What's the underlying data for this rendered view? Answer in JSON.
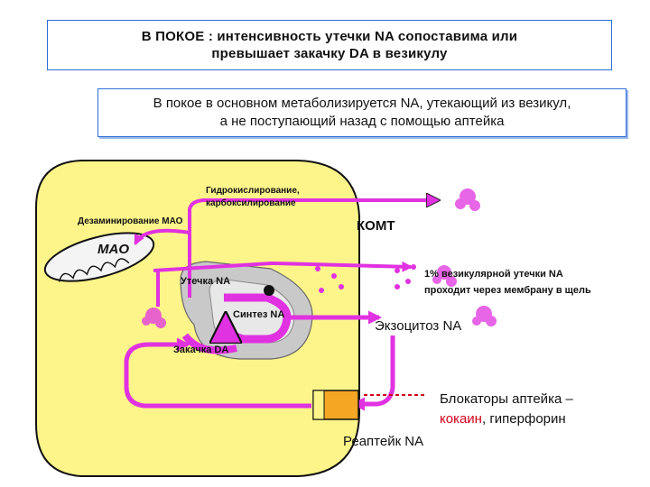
{
  "title": {
    "line1": "В ПОКОЕ : интенсивность утечки  NA сопоставима или",
    "line2": "превышает  закачку  DA в везикулу"
  },
  "subtitle": {
    "line1": "В покое в основном метаболизируется NA,  утекающий из везикул,",
    "line2": "а не поступающий назад с помощью аптейка"
  },
  "labels": {
    "hydroxylation_1": "Гидрокислирование,",
    "hydroxylation_2": "карбоксилирование",
    "deamination": "Дезаминирование МАО",
    "mao": "MAO",
    "komt": "КОМТ",
    "leak_1pct_1": "1% везикулярной утечки NA",
    "leak_1pct_2": "проходит через мембрану в щель",
    "na_leak": "Утечка NA",
    "na_synthesis": "Синтез NA",
    "da_uptake": "Закачка DA",
    "exocytosis": "Экзоцитоз NA",
    "blockers_1": "Блокаторы аптейка –",
    "blockers_2a": "кокаин",
    "blockers_2b": ", гиперфорин",
    "reuptake": "Реаптейк NA"
  },
  "colors": {
    "cell_fill": "#fdf58a",
    "cell_stroke": "#111111",
    "arrow": "#e032e0",
    "vesicle": "#c9c9c9",
    "box_border": "#2c6fd6",
    "transporter": "#f5a623",
    "cocaine_red": "#d0021b"
  }
}
